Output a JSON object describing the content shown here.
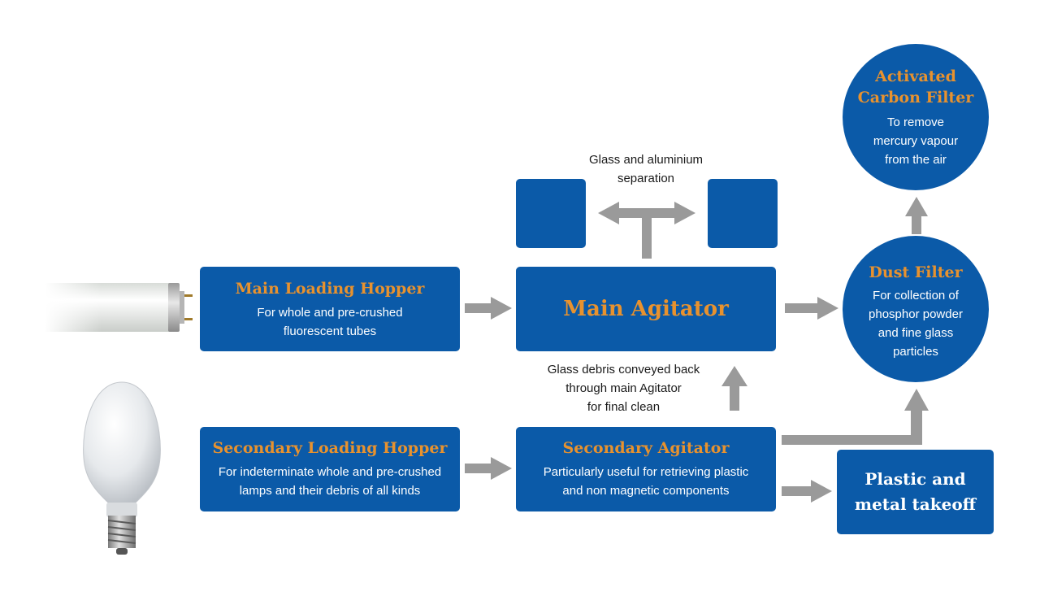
{
  "colors": {
    "box_fill": "#0b5aa8",
    "title_text": "#e8922e",
    "arrow": "#9a9a9a"
  },
  "nodes": {
    "main_hopper": {
      "title": "Main Loading Hopper",
      "subtitle": "For whole and pre-crushed\nfluorescent tubes"
    },
    "secondary_hopper": {
      "title": "Secondary Loading Hopper",
      "subtitle": "For indeterminate whole and pre-crushed\nlamps and their debris of all kinds"
    },
    "main_agitator": {
      "title": "Main Agitator"
    },
    "secondary_agitator": {
      "title": "Secondary Agitator",
      "subtitle": "Particularly useful for retrieving plastic\nand non magnetic components"
    },
    "dust_filter": {
      "title": "Dust Filter",
      "subtitle": "For collection of\nphosphor powder\nand fine glass\nparticles"
    },
    "carbon_filter": {
      "title": "Activated\nCarbon Filter",
      "subtitle": "To remove\nmercury vapour\nfrom the air"
    },
    "plastic_takeoff": {
      "title": "Plastic and\nmetal takeoff"
    }
  },
  "notes": {
    "separation": "Glass and aluminium\nseparation",
    "debris": "Glass debris conveyed back\nthrough main Agitator\nfor final clean"
  },
  "images": {
    "tube": "fluorescent-tube-icon",
    "bulb": "hid-bulb-icon"
  }
}
